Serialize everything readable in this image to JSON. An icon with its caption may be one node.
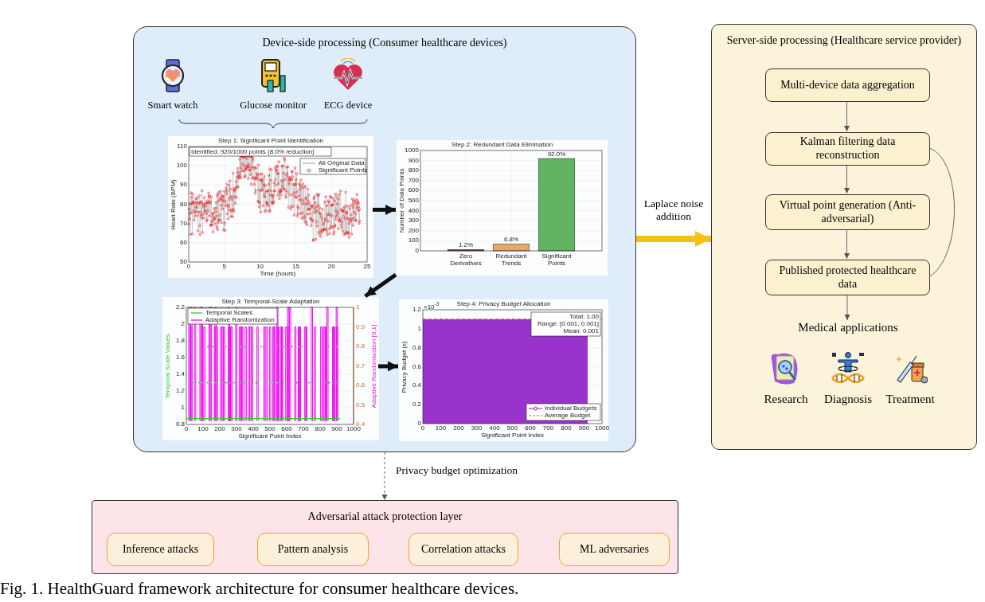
{
  "diagram": {
    "caption": "Fig. 1. HealthGuard framework architecture for consumer healthcare devices.",
    "nodes": [
      {
        "text": [
          "Device-side processing (Consumer healthcare devices)"
        ]
      },
      {
        "text": [
          "Smart watch"
        ],
        "in": 0
      },
      {
        "text": [
          "Glucose monitor"
        ],
        "in": 0
      },
      {
        "text": [
          "ECG device"
        ],
        "in": 0
      },
      {
        "text": [
          "Step 1: Significant Point Identification",
          "Identified: 920/1000 points (8.0% reduction)",
          "All Original Data",
          "Significant Points",
          "110",
          "100",
          "90",
          "80",
          "70",
          "60",
          "50",
          "Heart Rate (BPM)",
          "0",
          "5",
          "10",
          "15",
          "20",
          "25",
          "Time (hours)"
        ],
        "in": 0
      },
      {
        "text": [
          "Step 2: Redundant Data Elimination",
          "1000",
          "900",
          "800",
          "700",
          "600",
          "500",
          "400",
          "300",
          "200",
          "100",
          "0",
          "Number of Data Points",
          "1.2%",
          "6.8%",
          "92.0%",
          "Zero Derivatives",
          "Redundant Trends",
          "Significant Points"
        ],
        "in": 0
      },
      {
        "text": [
          "Step 3: Temporal-Scale Adaptation",
          "Temporal Scales",
          "Adaptive Randomization",
          "2.2",
          "2",
          "1.8",
          "1.6",
          "1.4",
          "1.2",
          "1",
          "0.8",
          "Temporal Scale Values",
          "1",
          "0.9",
          "0.8",
          "0.7",
          "0.6",
          "0.5",
          "0.4",
          "Adaptive Randomization [0,1]",
          "0",
          "100",
          "200",
          "300",
          "400",
          "500",
          "600",
          "700",
          "800",
          "900",
          "1000",
          "Significant Point Index"
        ],
        "in": 0
      },
      {
        "text": [
          "×10$^{-3}$",
          "Step 4: Privacy Budget Allocation",
          "1.2",
          "1",
          "0.8",
          "0.6",
          "0.4",
          "0.2",
          "0",
          "Privacy Budget (ε)",
          "Total: 1.00",
          "Range: [0.001, 0.001]",
          "Mean: 0.001",
          "Individual Budgets",
          "Average Budget",
          "0",
          "100",
          "200",
          "300",
          "400",
          "500",
          "600",
          "700",
          "800",
          "900",
          "1000",
          "Significant Point Index"
        ],
        "in": 0
      },
      {
        "text": [
          "Server-side processing (Healthcare service provider)"
        ]
      },
      {
        "text": [
          "Multi-device data aggregation"
        ],
        "in": 8
      },
      {
        "text": [
          "Kalman filtering data reconstruction"
        ],
        "in": 8
      },
      {
        "text": [
          "Virtual point generation (Anti-adversarial)"
        ],
        "in": 8
      },
      {
        "text": [
          "Published protected healthcare data"
        ],
        "in": 8
      },
      {
        "text": [
          "Medical applications"
        ],
        "in": 8
      },
      {
        "text": [
          "Research"
        ],
        "in": 8
      },
      {
        "text": [
          "Diagnosis"
        ],
        "in": 8
      },
      {
        "text": [
          "Treatment"
        ],
        "in": 8
      },
      {
        "text": [
          "Adversarial attack protection layer"
        ]
      },
      {
        "text": [
          "Inference attacks"
        ],
        "in": 17
      },
      {
        "text": [
          "Pattern analysis"
        ],
        "in": 17
      },
      {
        "text": [
          "Correlation attacks"
        ],
        "in": 17
      },
      {
        "text": [
          "ML adversaries"
        ],
        "in": 17
      }
    ],
    "edges": [
      {
        "from": 4,
        "to": 5,
        "arrow": "to",
        "style": "thick"
      },
      {
        "from": 5,
        "to": 6,
        "arrow": "to",
        "style": "thick"
      },
      {
        "from": 6,
        "to": 7,
        "arrow": "to",
        "style": "thick"
      },
      {
        "from": 0,
        "to": 8,
        "arrow": "to",
        "style": "thick",
        "color": "#f5c211",
        "label": "Laplace noise addition"
      },
      {
        "from": 9,
        "to": 10,
        "arrow": "to"
      },
      {
        "from": 10,
        "to": 11,
        "arrow": "to"
      },
      {
        "from": 11,
        "to": 12,
        "arrow": "to"
      },
      {
        "from": 10,
        "to": 12,
        "arrow": "none"
      },
      {
        "from": 12,
        "to": 13,
        "arrow": "to"
      },
      {
        "from": 0,
        "to": 17,
        "arrow": "to",
        "style": "dashed",
        "label": "Privacy budget optimization"
      }
    ]
  }
}
